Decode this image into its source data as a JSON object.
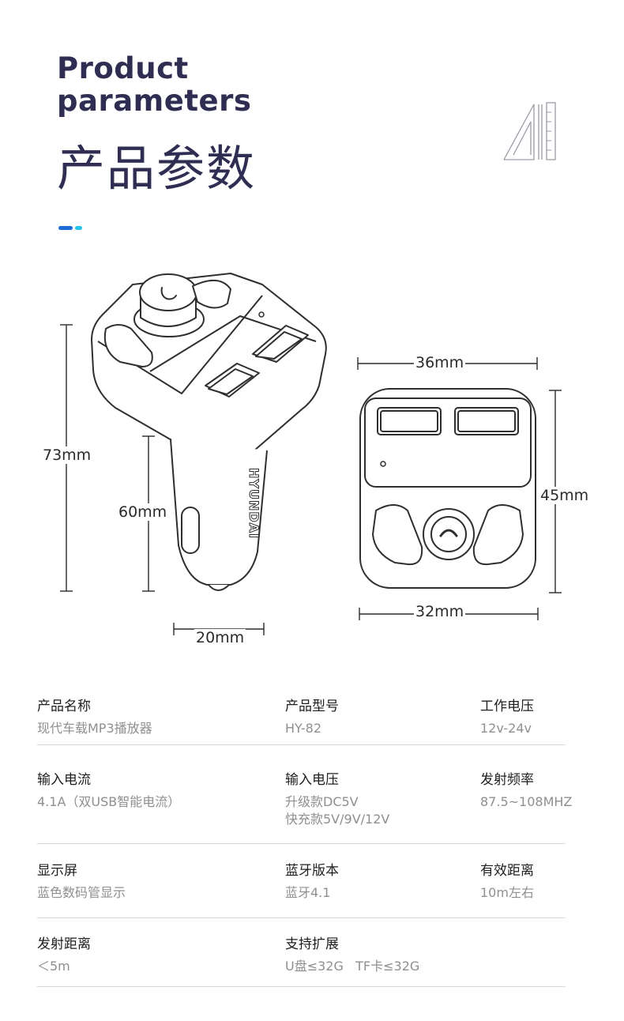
{
  "header": {
    "title_en_line1": "Product",
    "title_en_line2": "parameters",
    "title_zh": "产品参数"
  },
  "colors": {
    "title": "#2f2d52",
    "accent_blue": "#1c6bd6",
    "accent_cyan": "#25c3ee",
    "label": "#1e1e1e",
    "value": "#8f8f8f"
  },
  "diagram": {
    "brand_text": "HYUNDAI",
    "dims": {
      "total_height": "73mm",
      "plug_height": "60mm",
      "plug_width": "20mm",
      "top_width": "36mm",
      "front_height": "45mm",
      "bottom_width": "32mm"
    },
    "icons": [
      "phone-icon",
      "usb-port-icon",
      "logo-mark-icon"
    ]
  },
  "params": [
    {
      "label": "产品名称",
      "value": "现代车载MP3播放器"
    },
    {
      "label": "产品型号",
      "value": "HY-82"
    },
    {
      "label": "工作电压",
      "value": "12v-24v"
    },
    {
      "label": "输入电流",
      "value": "4.1A（双USB智能电流）"
    },
    {
      "label": "输入电压",
      "value": "升级款DC5V",
      "value2": "快充款5V/9V/12V"
    },
    {
      "label": "发射频率",
      "value": "87.5~108MHZ"
    },
    {
      "label": "显示屏",
      "value": "蓝色数码管显示"
    },
    {
      "label": "蓝牙版本",
      "value": "蓝牙4.1"
    },
    {
      "label": "有效距离",
      "value": "10m左右"
    },
    {
      "label": "发射距离",
      "value": "＜5m"
    },
    {
      "label": "支持扩展",
      "value": "U盘≤32G   TF卡≤32G"
    }
  ]
}
